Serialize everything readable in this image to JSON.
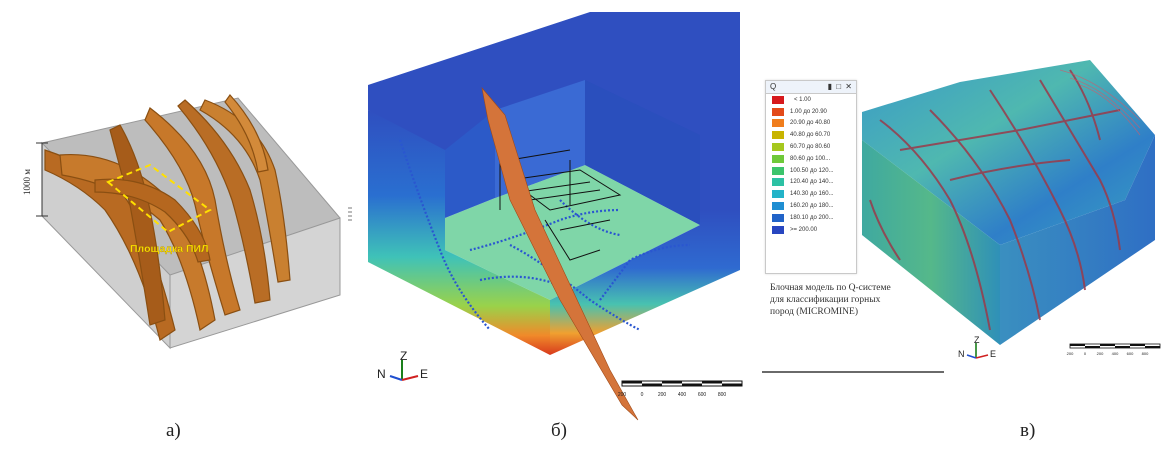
{
  "panels": {
    "a": {
      "label": "а)",
      "depth_label": "1000 м",
      "site_label": "Площадка ПИЛ"
    },
    "b": {
      "label": "б)",
      "axis": {
        "z": "Z",
        "n": "N",
        "e": "E"
      },
      "scale_ticks": [
        "200",
        "0",
        "200",
        "400",
        "600",
        "800"
      ]
    },
    "c": {
      "label": "в)",
      "axis": {
        "z": "Z",
        "n": "N",
        "e": "E"
      },
      "scale_ticks": [
        "200",
        "0",
        "200",
        "400",
        "600",
        "800"
      ],
      "legend": {
        "title": "Q",
        "controls": "▮ □ ✕",
        "items": [
          {
            "label": "< 1.00",
            "color": "#d7191c"
          },
          {
            "label": "1.00 до 20.90",
            "color": "#e34a1a"
          },
          {
            "label": "20.90 до 40.80",
            "color": "#f07d1c"
          },
          {
            "label": "40.80 до 60.70",
            "color": "#c8b400"
          },
          {
            "label": "60.70 до 80.60",
            "color": "#a6c81e"
          },
          {
            "label": "80.60 до 100...",
            "color": "#6fc93a"
          },
          {
            "label": "100.50 до 120...",
            "color": "#3cc46c"
          },
          {
            "label": "120.40 до 140...",
            "color": "#2cc1a4"
          },
          {
            "label": "140.30 до 160...",
            "color": "#23b3c8"
          },
          {
            "label": "160.20 до 180...",
            "color": "#1f8ed2"
          },
          {
            "label": "180.10 до 200...",
            "color": "#2163c8"
          },
          {
            "label": ">= 200.00",
            "color": "#2846c0"
          }
        ]
      },
      "caption_lines": [
        "Блочная модель по Q-системе",
        "для классификации горных",
        "пород (MICROMINE)"
      ]
    }
  },
  "colors": {
    "fault_orange": "#c8772a",
    "box_gray": "#c8c8c8",
    "model_blue": "#2f4fc0",
    "model_green": "#7fd6a8",
    "site_yellow": "#ffe000"
  }
}
